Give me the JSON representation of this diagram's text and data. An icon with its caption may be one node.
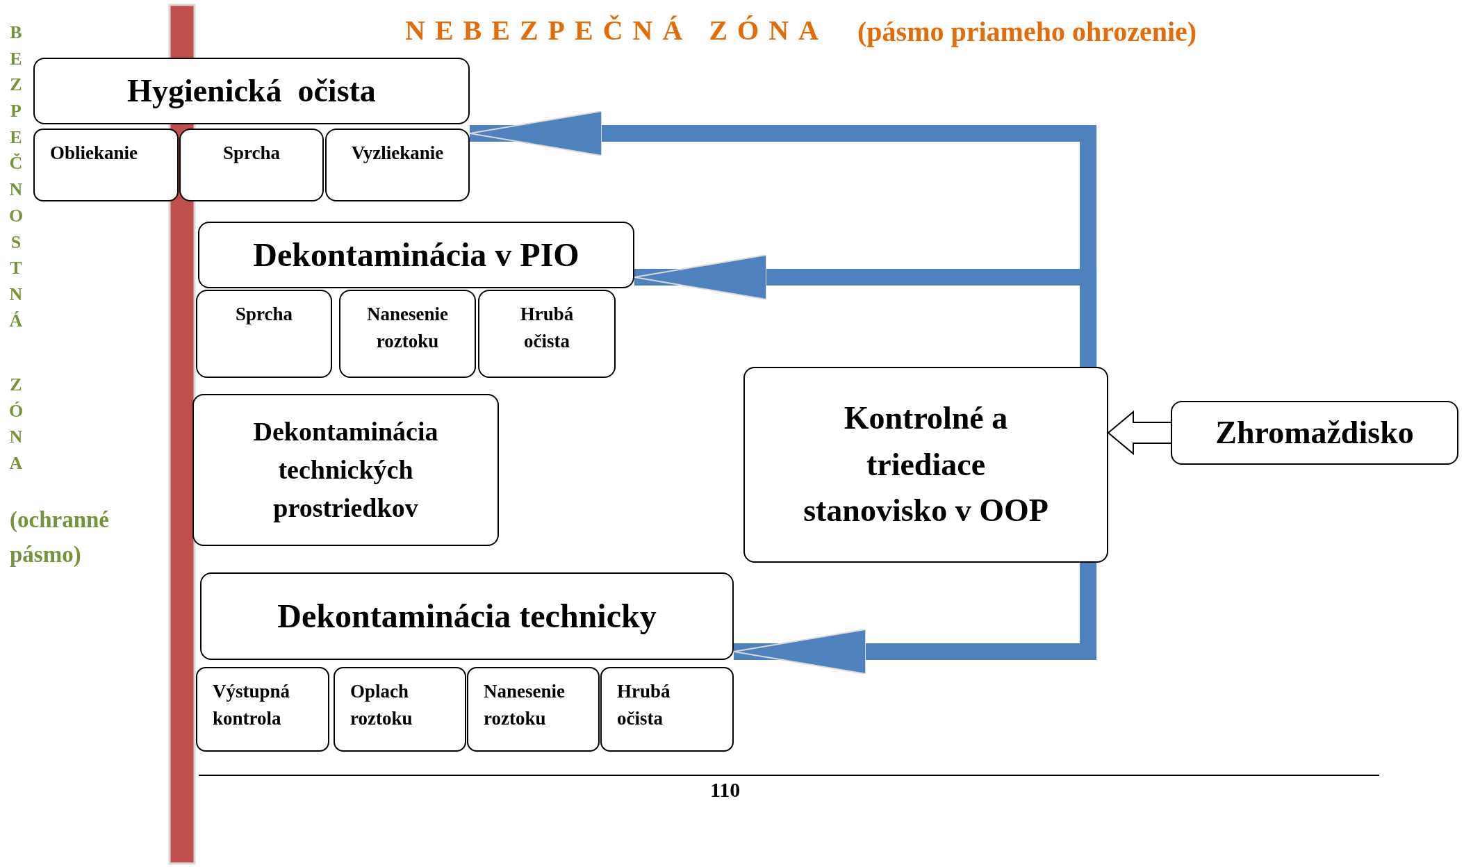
{
  "diagram": {
    "title": "NEBEZPEČNÁ ZÓNA",
    "nodes": [
      {
        "text": [
          "Hygienická  očista"
        ]
      },
      {
        "text": [
          "Obliekanie"
        ]
      },
      {
        "text": [
          "Sprcha"
        ]
      },
      {
        "text": [
          "Vyzliekanie"
        ]
      },
      {
        "text": [
          "Dekontaminácia v PIO"
        ]
      },
      {
        "text": [
          "Sprcha"
        ]
      },
      {
        "text": [
          "Nanesenie roztoku"
        ]
      },
      {
        "text": [
          "Hrubá očista"
        ]
      },
      {
        "text": [
          "Dekontaminácia technických prostriedkov"
        ]
      },
      {
        "text": [
          "Kontrolné a triediace stanovisko v OOP"
        ]
      },
      {
        "text": [
          "Zhromaždisko"
        ]
      },
      {
        "text": [
          "Dekontaminácia technicky"
        ]
      },
      {
        "text": [
          "Výstupná kontrola"
        ]
      },
      {
        "text": [
          "Oplach roztoku"
        ]
      },
      {
        "text": [
          "Nanesenie roztoku"
        ]
      },
      {
        "text": [
          "Hrubá očista"
        ]
      }
    ],
    "edges": [
      {
        "from": 9,
        "to": 3,
        "arrow": "to"
      },
      {
        "from": 9,
        "to": 4,
        "arrow": "to"
      },
      {
        "from": 9,
        "to": 11,
        "arrow": "to"
      },
      {
        "from": 10,
        "to": 9,
        "arrow": "to",
        "color": "#000000"
      }
    ],
    "labels": [
      "(pásmo priameho ohrozenie)",
      "BEZPEČNOSTNÁ",
      "ZÓNA",
      "(ochranné pásmo)",
      "110"
    ]
  }
}
